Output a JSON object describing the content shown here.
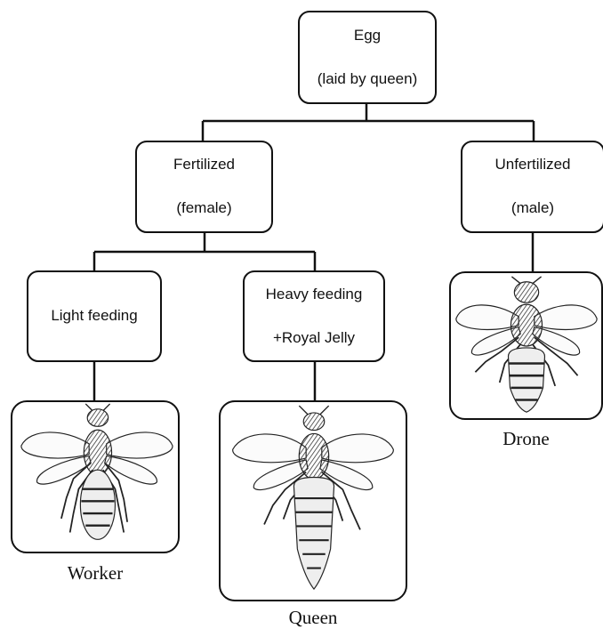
{
  "diagram": {
    "root": {
      "line1": "Egg",
      "line2": "(laid by queen)"
    },
    "fertilized": {
      "line1": "Fertilized",
      "line2": "(female)"
    },
    "unfertilized": {
      "line1": "Unfertilized",
      "line2": "(male)"
    },
    "light_feeding": {
      "label": "Light feeding"
    },
    "heavy_feeding": {
      "line1": "Heavy feeding",
      "line2": "+Royal Jelly"
    },
    "castes": {
      "worker": {
        "label": "Worker",
        "icon": "worker-bee-icon"
      },
      "queen": {
        "label": "Queen",
        "icon": "queen-bee-icon"
      },
      "drone": {
        "label": "Drone",
        "icon": "drone-bee-icon"
      }
    }
  }
}
